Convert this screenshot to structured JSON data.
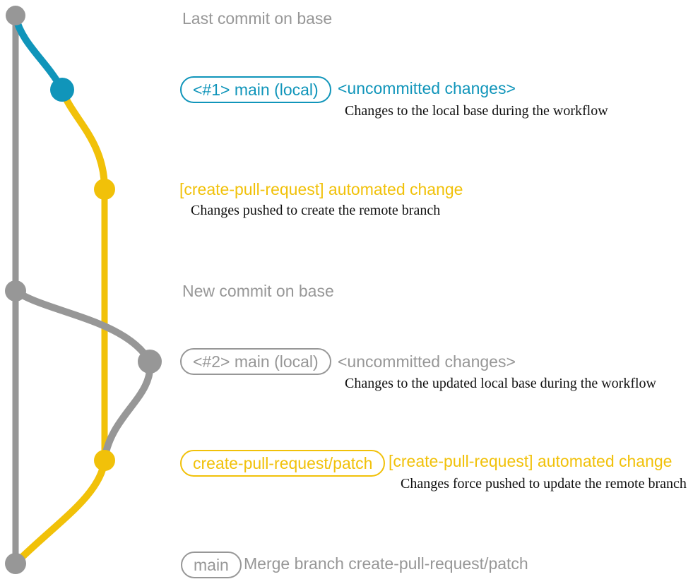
{
  "colors": {
    "background": "#ffffff",
    "gray": "#979797",
    "blue": "#1095ba",
    "yellow": "#f1c109",
    "ink": "#111111"
  },
  "graph": {
    "type": "git-branch-diagram",
    "branches": [
      {
        "name": "base",
        "color": "gray"
      },
      {
        "name": "main (local)",
        "color": "blue"
      },
      {
        "name": "create-pull-request/patch",
        "color": "yellow"
      }
    ],
    "commits": [
      {
        "id": "last-commit-on-base",
        "branch": "base",
        "color": "gray"
      },
      {
        "id": "uncommitted-changes-1",
        "branch": "main (local)",
        "color": "blue"
      },
      {
        "id": "automated-change-1",
        "branch": "create-pull-request/patch",
        "color": "yellow"
      },
      {
        "id": "new-commit-on-base",
        "branch": "base",
        "color": "gray"
      },
      {
        "id": "uncommitted-changes-2",
        "branch": "main (local)",
        "color": "gray"
      },
      {
        "id": "automated-change-2",
        "branch": "create-pull-request/patch",
        "color": "yellow"
      },
      {
        "id": "merge-commit",
        "branch": "base",
        "color": "gray"
      }
    ]
  },
  "texts": {
    "last_commit": "Last commit on base",
    "branch1_box": "<#1> main (local)",
    "branch1_status": "<uncommitted changes>",
    "branch1_note": "Changes to the local base during the workflow",
    "auto_change_1": "[create-pull-request] automated change",
    "auto_change_1_note": "Changes pushed to create the remote branch",
    "new_commit": "New commit on base",
    "branch2_box": "<#2> main (local)",
    "branch2_status": "<uncommitted changes>",
    "branch2_note": "Changes to the updated local base during the workflow",
    "patch_branch_box": "create-pull-request/patch",
    "auto_change_2": "[create-pull-request] automated change",
    "auto_change_2_note": "Changes force pushed to update the remote branch",
    "main_box": "main",
    "merge_note": "Merge branch create-pull-request/patch"
  }
}
